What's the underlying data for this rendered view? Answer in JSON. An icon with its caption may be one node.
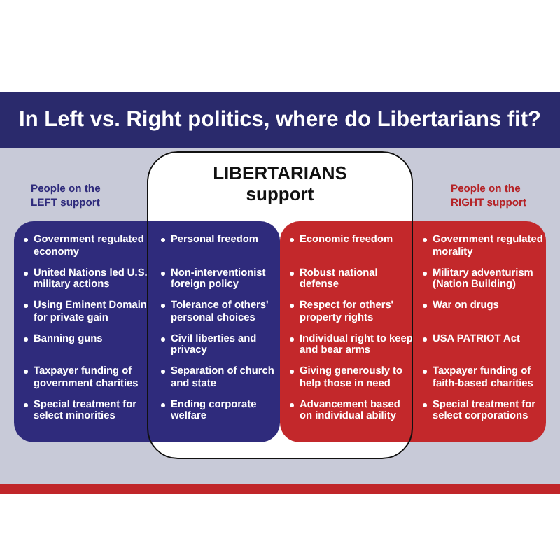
{
  "diagram": {
    "title": "In Left vs. Right politics, where do Libertarians fit?",
    "nodes": [
      {
        "text": [
          "LIBERTARIANS support"
        ]
      },
      {
        "text": [
          "Government regulated economy",
          "United Nations led U.S. military actions",
          "Using Eminent Domain for private gain",
          "Banning guns",
          "Taxpayer funding of government charities",
          "Special treatment for select minorities",
          "Personal freedom",
          "Non-interventionist foreign policy",
          "Tolerance of others' personal choices",
          "Civil liberties and privacy",
          "Separation of church and state",
          "Ending corporate welfare"
        ],
        "beside": [
          "People on the LEFT support"
        ]
      },
      {
        "text": [
          "Economic freedom",
          "Robust national defense",
          "Respect for others' property rights",
          "Individual right to keep and bear arms",
          "Giving generously to help those in need",
          "Advancement based on individual ability",
          "Government regulated morality",
          "Military adventurism (Nation Building)",
          "War on drugs",
          "USA PATRIOT Act",
          "Taxpayer funding of faith-based charities",
          "Special treatment for select corporations"
        ],
        "beside": [
          "People on the RIGHT support"
        ]
      }
    ]
  }
}
